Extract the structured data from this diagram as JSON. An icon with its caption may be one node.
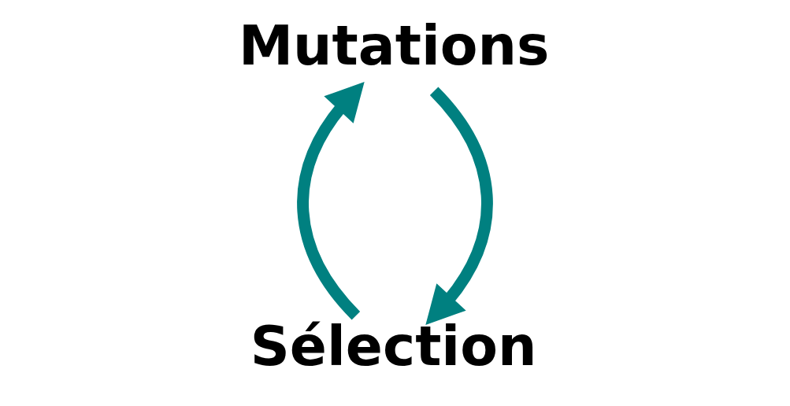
{
  "diagram": {
    "nodes": [
      {
        "text": [
          "Mutations"
        ]
      },
      {
        "text": [
          "Sélection"
        ]
      }
    ],
    "edges": [
      {
        "from": 0,
        "to": 1,
        "arrow": "to"
      },
      {
        "from": 1,
        "to": 0,
        "arrow": "to"
      }
    ]
  }
}
